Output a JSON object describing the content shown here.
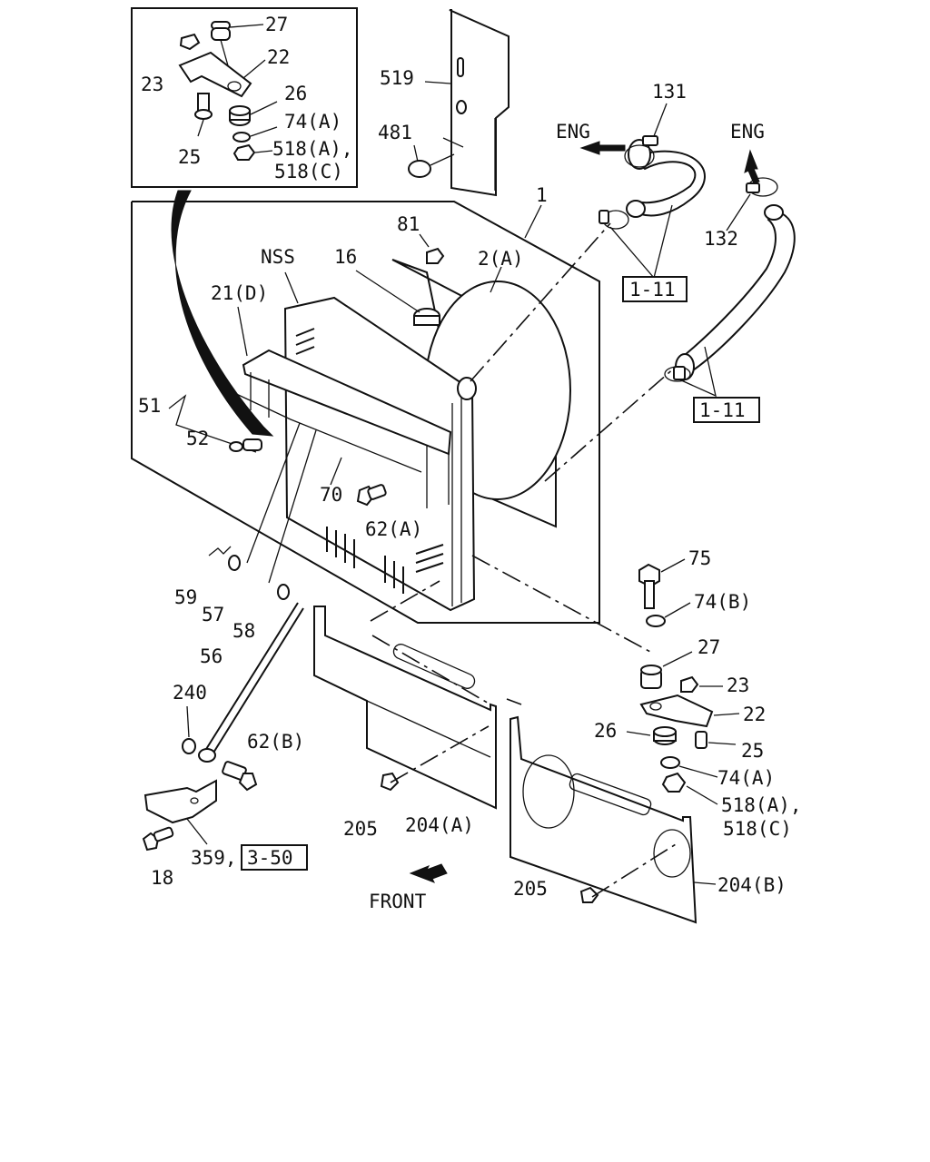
{
  "labels": {
    "p27_top": "27",
    "p22_top": "22",
    "p23_top": "23",
    "p26_top": "26",
    "p74a_top": "74(A)",
    "p25_top": "25",
    "p518a_top": "518(A),",
    "p518c_top": "518(C)",
    "p519": "519",
    "p481": "481",
    "p1": "1",
    "p81": "81",
    "p2a": "2(A)",
    "nss": "NSS",
    "p16": "16",
    "p21d": "21(D)",
    "p51": "51",
    "p52": "52",
    "p70": "70",
    "p62a": "62(A)",
    "p59": "59",
    "p57": "57",
    "p58": "58",
    "p56": "56",
    "p240": "240",
    "p62b": "62(B)",
    "p18": "18",
    "p359": "359,",
    "p205_left": "205",
    "p204a": "204(A)",
    "eng_left": "ENG",
    "eng_right": "ENG",
    "p131": "131",
    "p132": "132",
    "p75": "75",
    "p74b": "74(B)",
    "p27_right": "27",
    "p23_right": "23",
    "p22_right": "22",
    "p26_right": "26",
    "p25_right": "25",
    "p74a_right": "74(A)",
    "p518a_right": "518(A),",
    "p518c_right": "518(C)",
    "p205_right": "205",
    "p204b": "204(B)",
    "front": "FRONT"
  },
  "references": {
    "ref_1_11_upper": "1-11",
    "ref_1_11_lower": "1-11",
    "ref_3_50": "3-50"
  },
  "icons": [
    "arrow-left-icon",
    "arrow-up-icon",
    "front-arrow-icon"
  ]
}
